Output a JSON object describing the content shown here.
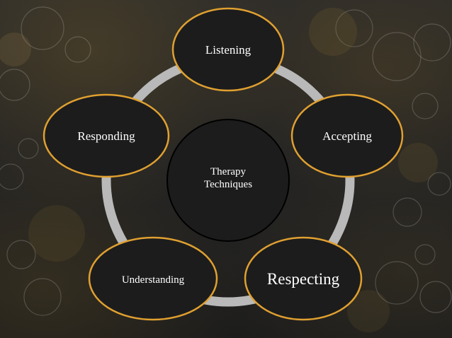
{
  "diagram": {
    "center_label_line1": "Therapy",
    "center_label_line2": "Techniques",
    "nodes": [
      {
        "label": "Listening"
      },
      {
        "label": "Accepting"
      },
      {
        "label": "Respecting"
      },
      {
        "label": "Understanding"
      },
      {
        "label": "Responding"
      }
    ]
  },
  "colors": {
    "node_fill": "#1c1c1c",
    "node_border": "#e0a030",
    "ring": "#b9b9b9",
    "center_border": "#000000",
    "text": "#ffffff"
  }
}
